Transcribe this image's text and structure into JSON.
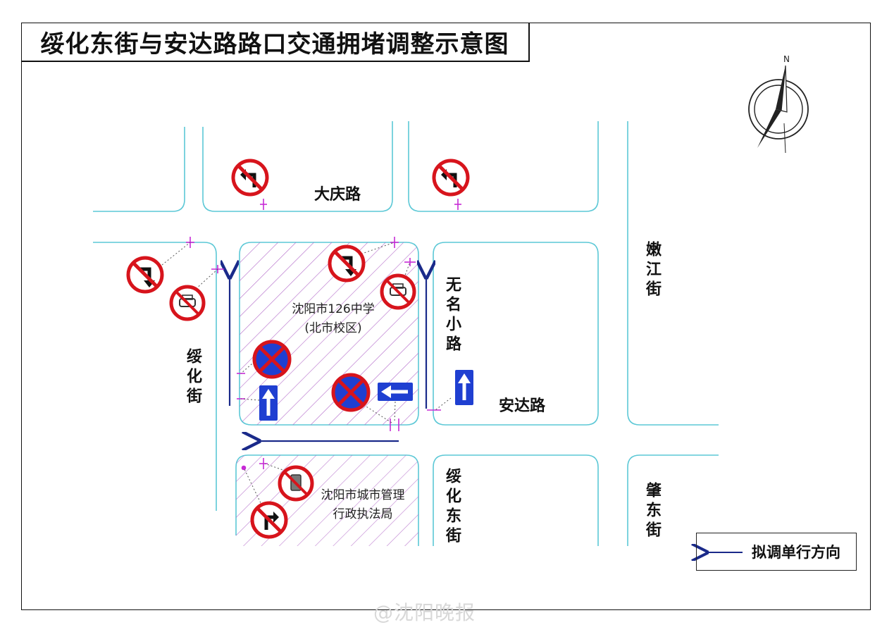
{
  "title": "绥化东街与安达路路口交通拥堵调整示意图",
  "compass_label": "N",
  "roads": {
    "daqing": "大庆路",
    "nenjiang": "嫩江街",
    "suihua": "绥化街",
    "wuming": "无名小路",
    "anda": "安达路",
    "suihua_east": "绥化东街",
    "zhaodong": "肇东街"
  },
  "areas": {
    "school_line1": "沈阳市126中学",
    "school_line2": "(北市校区)",
    "bureau_line1": "沈阳市城市管理",
    "bureau_line2": "行政执法局"
  },
  "legend": {
    "label": "拟调单行方向"
  },
  "watermark": "@沈阳晚报",
  "colors": {
    "road_edge": "#5cc8d6",
    "arrow": "#1a2a8a",
    "hatch": "#b36ac9",
    "sign_red": "#d7141c",
    "sign_blue": "#1f3fd1",
    "pole": "#c72ad6"
  },
  "signs": [
    {
      "type": "no-left-turn-icon"
    },
    {
      "type": "no-left-turn-icon"
    },
    {
      "type": "no-right-turn-icon"
    },
    {
      "type": "no-right-turn-icon"
    },
    {
      "type": "no-motor-vehicle-icon"
    },
    {
      "type": "no-motor-vehicle-icon"
    },
    {
      "type": "no-stopping-icon"
    },
    {
      "type": "no-stopping-icon"
    },
    {
      "type": "one-way-up-icon"
    },
    {
      "type": "one-way-up-icon"
    },
    {
      "type": "one-way-left-icon"
    },
    {
      "type": "no-truck-icon"
    },
    {
      "type": "no-straight-right-turn-icon"
    }
  ]
}
